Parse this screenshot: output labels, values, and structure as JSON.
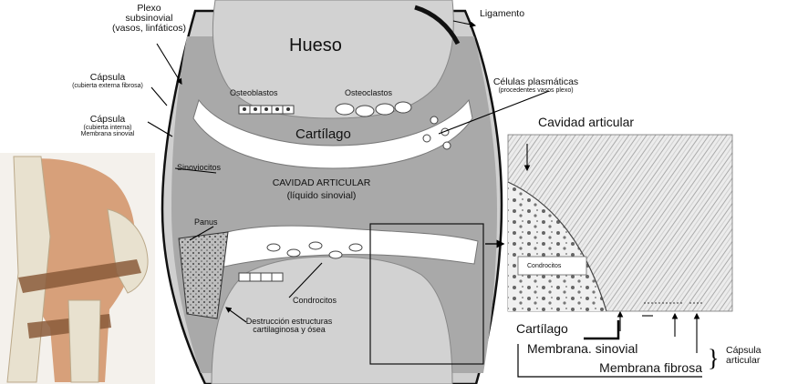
{
  "labels": {
    "hueso": "Hueso",
    "ligamento": "Ligamento",
    "plexo_1": "Plexo",
    "plexo_2": "subsinovial",
    "plexo_3": "(vasos, linfáticos)",
    "capsula_ext_title": "Cápsula",
    "capsula_ext_sub": "(cubierta externa fibrosa)",
    "capsula_int_title": "Cápsula",
    "capsula_int_sub1": "(cubierta interna)",
    "capsula_int_sub2": "Membrana sinovial",
    "osteoblastos": "Osteoblastos",
    "osteoclastos": "Osteoclastos",
    "celulas_1": "Células plasmáticas",
    "celulas_2": "(procedentes vasos plexo)",
    "cartilago_center": "Cartílago",
    "sinoviocitos": "Sinoviocitos",
    "cavidad_1": "CAVIDAD ARTICULAR",
    "cavidad_2": "(líquido sinovial)",
    "panus": "Panus",
    "condrocitos_center": "Condrocitos",
    "destruccion_1": "Destrucción estructuras",
    "destruccion_2": "cartilaginosa y ósea",
    "micro_cavidad": "Cavidad articular",
    "micro_condrocitos": "Condrocitos",
    "micro_cartilago": "Cartílago",
    "membrana_sinovial": "Membrana. sinovial",
    "membrana_fibrosa": "Membrana fibrosa",
    "capsula_articular_1": "Cápsula",
    "capsula_articular_2": "articular"
  },
  "colors": {
    "bone": "#d2d2d2",
    "cavity": "#a9a9a9",
    "cartilage": "#ffffff",
    "capsule_outline": "#111111",
    "knee_skin": "#d7a07a",
    "knee_bone": "#e8e1cf"
  }
}
